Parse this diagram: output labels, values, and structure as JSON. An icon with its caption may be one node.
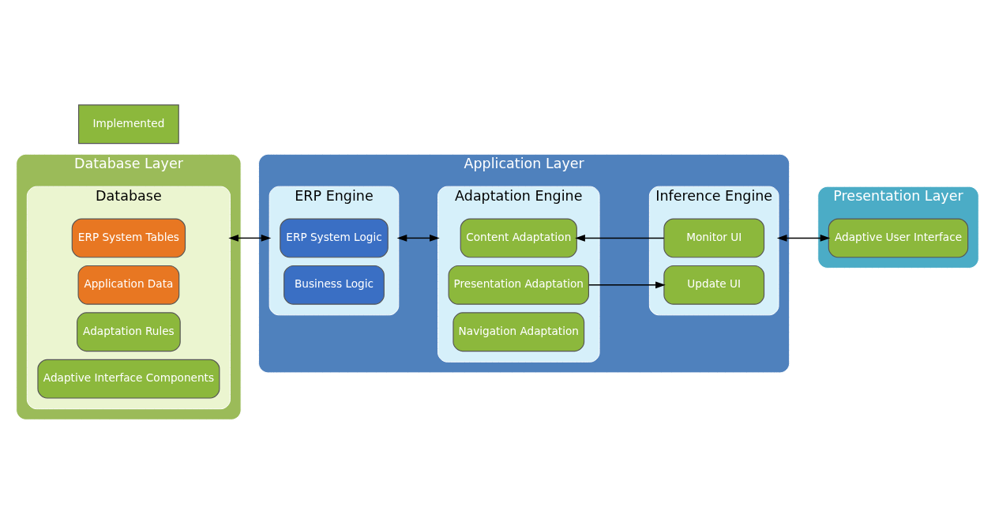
{
  "diagram": {
    "nodes": [
      {
        "text": [
          "Database Layer"
        ]
      },
      {
        "text": [
          "Database"
        ],
        "in": 0
      },
      {
        "text": [
          "ERP System Tables"
        ],
        "in": 1
      },
      {
        "text": [
          "Application Data"
        ],
        "in": 1
      },
      {
        "text": [
          "Adaptation Rules"
        ],
        "in": 1
      },
      {
        "text": [
          "Adaptive Interface Components"
        ],
        "in": 1
      },
      {
        "text": [
          "Application Layer"
        ]
      },
      {
        "text": [
          "ERP Engine"
        ],
        "in": 6
      },
      {
        "text": [
          "ERP System Logic"
        ],
        "in": 7
      },
      {
        "text": [
          "Business Logic"
        ],
        "in": 7
      },
      {
        "text": [
          "Adaptation Engine"
        ],
        "in": 6
      },
      {
        "text": [
          "Content Adaptation"
        ],
        "in": 10
      },
      {
        "text": [
          "Presentation Adaptation"
        ],
        "in": 10
      },
      {
        "text": [
          "Navigation Adaptation"
        ],
        "in": 10
      },
      {
        "text": [
          "Inference Engine"
        ],
        "in": 6
      },
      {
        "text": [
          "Monitor UI"
        ],
        "in": 14
      },
      {
        "text": [
          "Update UI"
        ],
        "in": 14
      },
      {
        "text": [
          "Presentation Layer"
        ]
      },
      {
        "text": [
          "Adaptive User Interface"
        ],
        "in": 17
      }
    ],
    "edges": [
      {
        "from": 1,
        "to": 7,
        "arrow": "both"
      },
      {
        "from": 7,
        "to": 10,
        "arrow": "both"
      },
      {
        "from": 15,
        "to": 11,
        "arrow": "to"
      },
      {
        "from": 12,
        "to": 16,
        "arrow": "to"
      },
      {
        "from": 14,
        "to": 18,
        "arrow": "both"
      }
    ],
    "legend": [
      {
        "text": "Implemented",
        "color": "#8cb83c"
      }
    ]
  }
}
